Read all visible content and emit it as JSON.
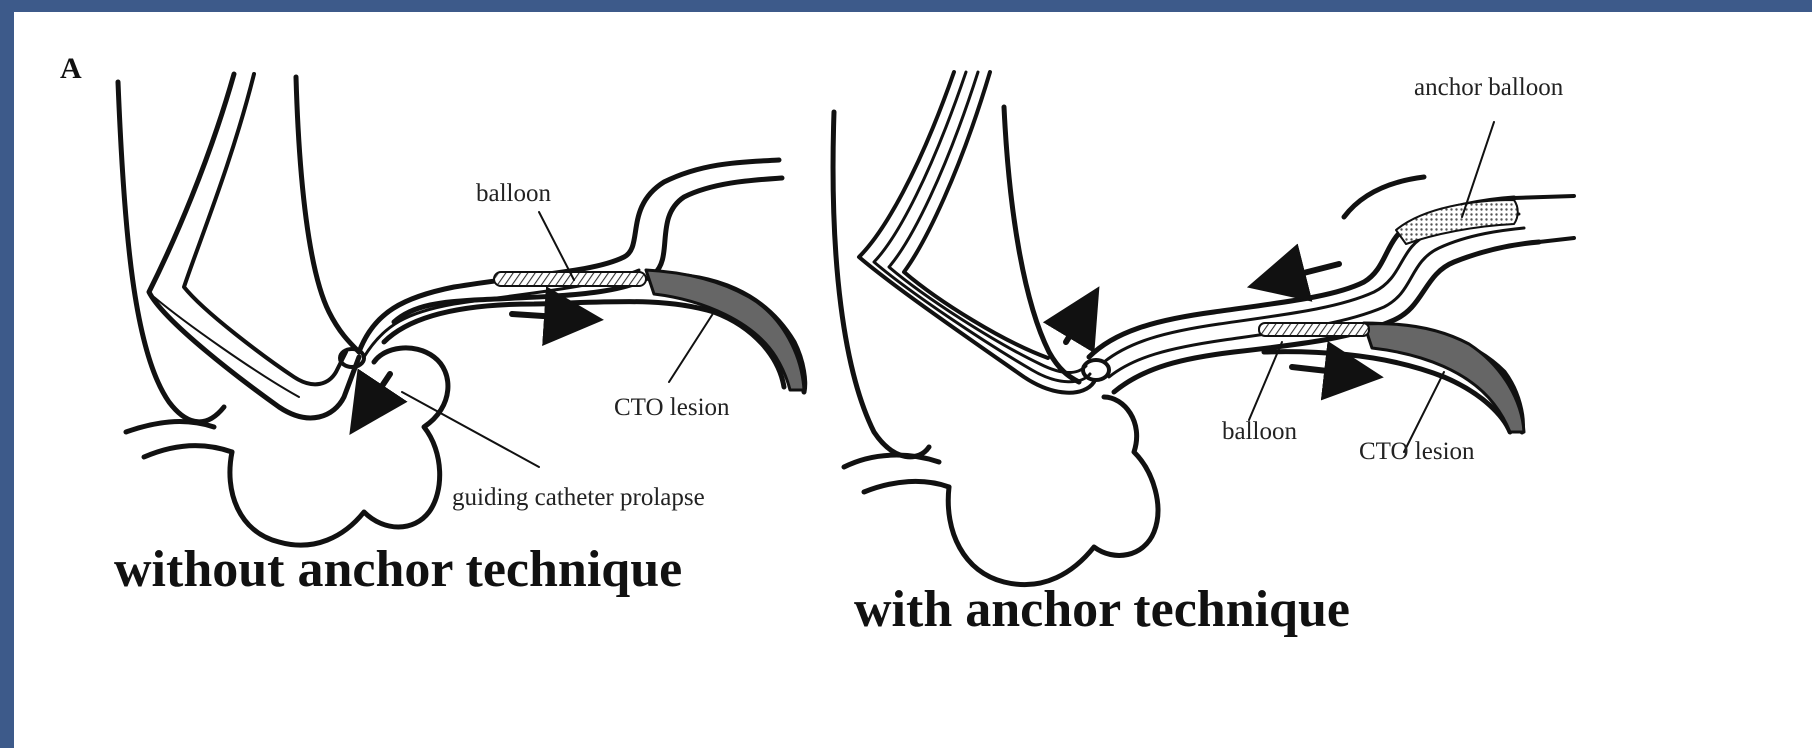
{
  "figure": {
    "panel_letter": "A",
    "left_panel": {
      "caption": "without anchor technique",
      "labels": {
        "balloon": "balloon",
        "cto_lesion": "CTO lesion",
        "guiding_catheter_prolapse": "guiding catheter prolapse"
      }
    },
    "right_panel": {
      "caption": "with anchor technique",
      "labels": {
        "anchor_balloon": "anchor balloon",
        "balloon": "balloon",
        "cto_lesion": "CTO lesion"
      }
    }
  }
}
